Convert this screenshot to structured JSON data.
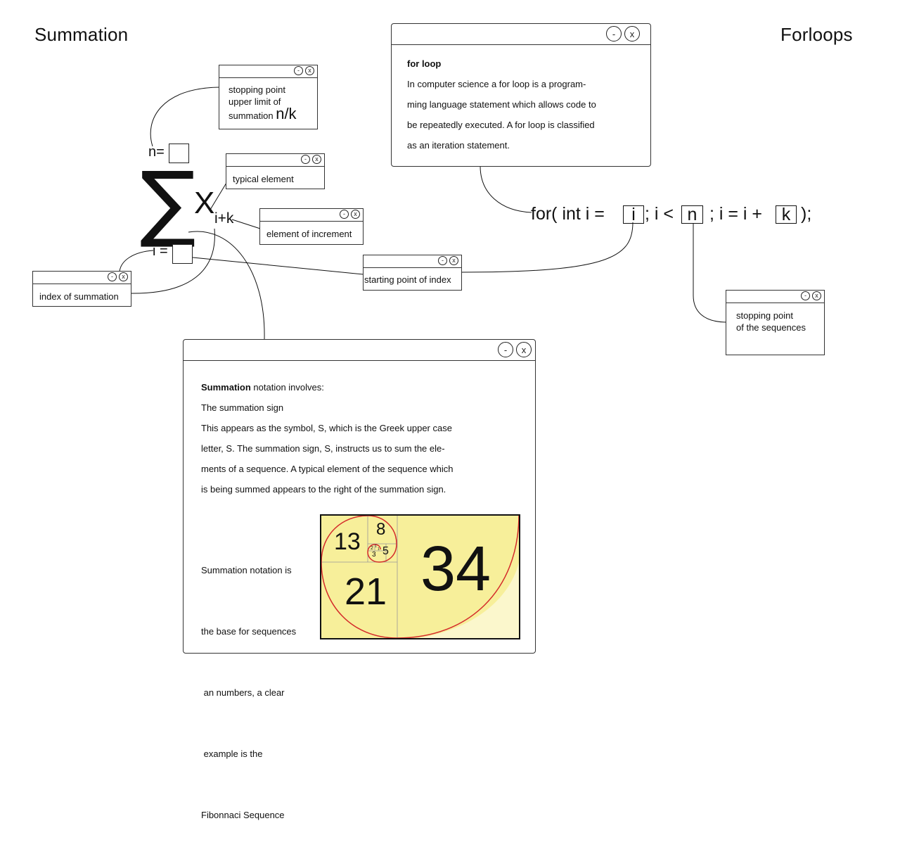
{
  "headings": {
    "left": "Summation",
    "right": "Forloops"
  },
  "formula": {
    "sigma": "∑",
    "typical": "X",
    "subscript": "i+k",
    "n_label": "n=",
    "i_label": "i ="
  },
  "popups": {
    "stopping_limit": {
      "lines": [
        "stopping point",
        "upper limit of",
        "summation"
      ],
      "value": "n/k"
    },
    "typical_element": {
      "label": "typical element"
    },
    "element_increment": {
      "label": "element of increment"
    },
    "index_summation": {
      "label": "index of summation"
    },
    "starting_point": {
      "label": "starting point of index"
    },
    "stopping_sequences": {
      "lines": [
        "stopping point",
        "of the sequences"
      ]
    }
  },
  "controls": {
    "minimize": "-",
    "close": "x"
  },
  "for_loop_window": {
    "title": "for loop",
    "lines": [
      "In computer science a for loop is a program-",
      "ming language statement which allows code to",
      "be repeatedly executed. A for loop is classified",
      "as an iteration statement."
    ]
  },
  "code": {
    "prefix": "for( int i =",
    "i_box": "i",
    "mid": "; i <",
    "n_box": "n",
    "mid2": "; i = i +",
    "k_box": "k",
    "suffix": ");"
  },
  "summation_window": {
    "title_bold": "Summation",
    "title_rest": " notation involves:",
    "lines": [
      "The summation sign",
      "This appears as the symbol, S, which is the Greek upper case",
      "letter, S. The summation sign, S, instructs us to sum the ele-",
      "ments of a sequence. A typical element of the sequence which",
      "is being summed appears to the right of the summation sign."
    ],
    "side_lines": [
      "Summation notation is",
      "the base for sequences",
      " an numbers, a clear",
      " example is the",
      "Fibonnaci Sequence"
    ]
  },
  "fibonacci": {
    "numbers": [
      "34",
      "21",
      "13",
      "8",
      "5",
      "3",
      "2",
      "1",
      "1"
    ],
    "colors": {
      "fill": "#f7ef9a",
      "light_fill": "#fbf7cc",
      "spiral": "#d42a2a",
      "border": "#111111"
    }
  }
}
